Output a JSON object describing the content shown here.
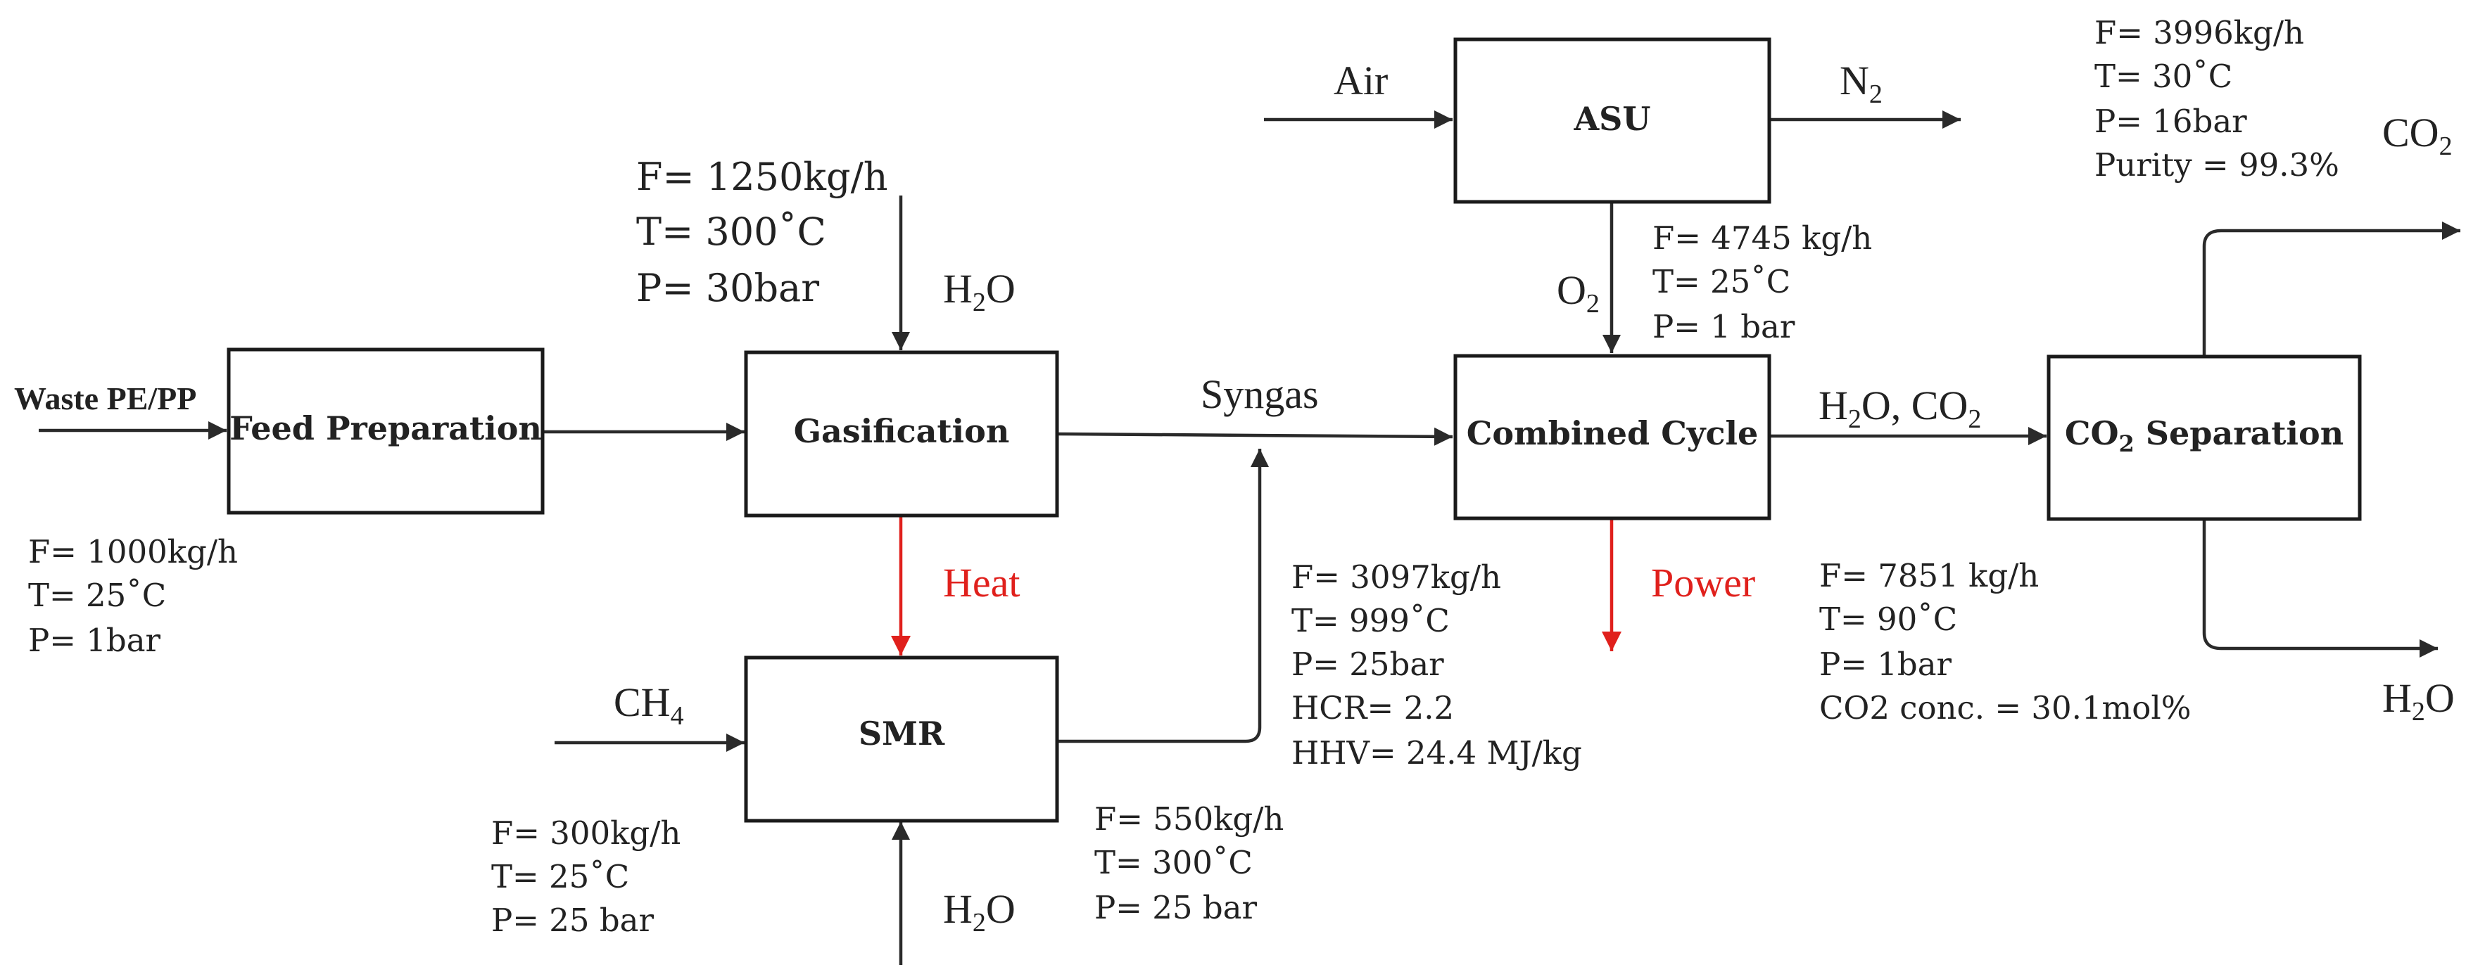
{
  "units": {
    "feed_preparation": "Feed Preparation",
    "gasification": "Gasification",
    "smr": "SMR",
    "asu": "ASU",
    "combined_cycle": "Combined Cycle",
    "co2_separation": {
      "pre": "CO",
      "sub": "2",
      "post": " Separation"
    }
  },
  "streams": {
    "waste": "Waste PE/PP",
    "h2o_gasification": {
      "pre": "H",
      "sub": "2",
      "post": "O"
    },
    "syngas": "Syngas",
    "heat": "Heat",
    "ch4": {
      "pre": "CH",
      "sub": "4",
      "post": ""
    },
    "h2o_smr": {
      "pre": "H",
      "sub": "2",
      "post": "O"
    },
    "air": "Air",
    "n2": {
      "pre": "N",
      "sub": "2",
      "post": ""
    },
    "o2": {
      "pre": "O",
      "sub": "2",
      "post": ""
    },
    "power": "Power",
    "flue": {
      "a": "H",
      "as": "2",
      "b": "O, CO",
      "bs": "2"
    },
    "co2_out": {
      "pre": "CO",
      "sub": "2",
      "post": ""
    },
    "h2o_out": {
      "pre": "H",
      "sub": "2",
      "post": "O"
    }
  },
  "conditions": {
    "waste": [
      "F= 1000kg/h",
      "T= 25˚C",
      "P= 1bar"
    ],
    "steam_gasification": [
      "F= 1250kg/h",
      "T= 300˚C",
      "P= 30bar"
    ],
    "ch4": [
      "F= 300kg/h",
      "T= 25˚C",
      "P= 25 bar"
    ],
    "steam_smr": [
      "F= 550kg/h",
      "T= 300˚C",
      "P= 25 bar"
    ],
    "syngas": [
      "F= 3097kg/h",
      "T= 999˚C",
      "P= 25bar",
      "HCR= 2.2",
      "HHV= 24.4 MJ/kg"
    ],
    "o2": [
      "F= 4745 kg/h",
      "T= 25˚C",
      "P= 1 bar"
    ],
    "flue": [
      "F= 7851 kg/h",
      "T= 90˚C",
      "P= 1bar",
      "CO2 conc. = 30.1mol%"
    ],
    "co2_product": [
      "F= 3996kg/h",
      "T= 30˚C",
      "P= 16bar",
      "Purity = 99.3%"
    ]
  },
  "colors": {
    "line": "#2a2a2a",
    "energy": "#e0201c",
    "box_border": "#1a1a1a",
    "text": "#222222"
  }
}
